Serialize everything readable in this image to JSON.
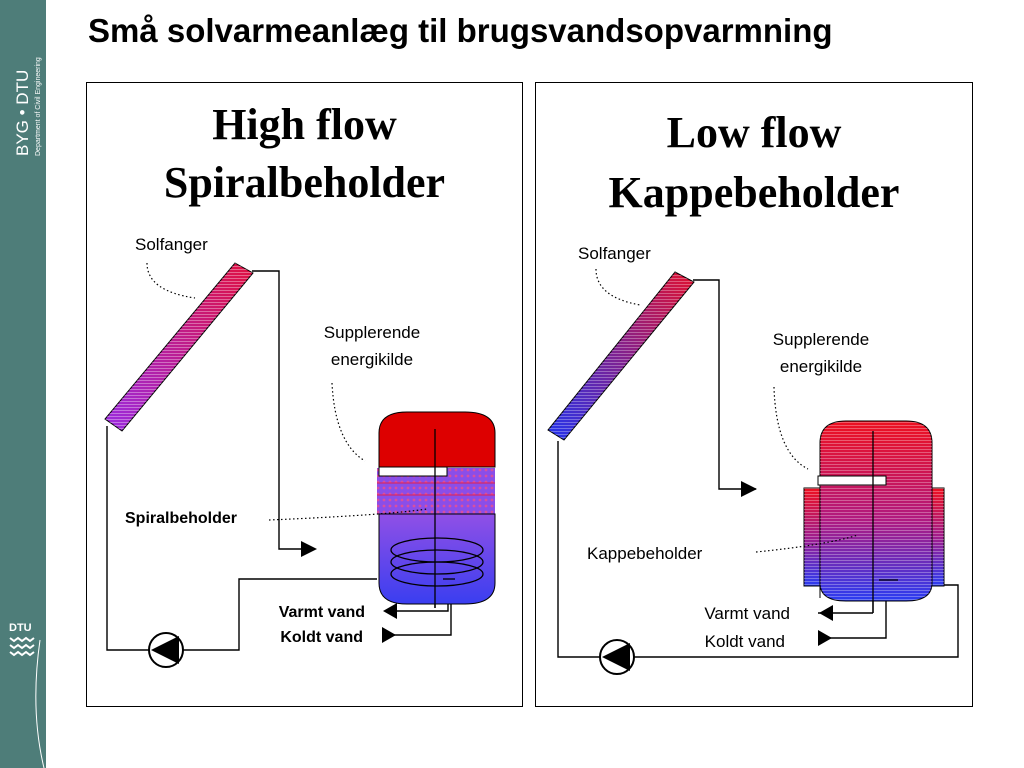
{
  "slide": {
    "title": "Små solvarmeanlæg til brugsvandsopvarmning"
  },
  "sidebar": {
    "brand": "BYG • DTU",
    "brand_sub": "Department of Civil Engineering",
    "logo": "DTU"
  },
  "left_panel": {
    "title_line1": "High flow",
    "title_line2": "Spiralbeholder",
    "label_collector": "Solfanger",
    "label_aux_line1": "Supplerende",
    "label_aux_line2": "energikilde",
    "label_tank": "Spiralbeholder",
    "label_hot": "Varmt vand",
    "label_cold": "Koldt vand"
  },
  "right_panel": {
    "title_line1": "Low flow",
    "title_line2": "Kappebeholder",
    "label_collector": "Solfanger",
    "label_aux_line1": "Supplerende",
    "label_aux_line2": "energikilde",
    "label_tank": "Kappebeholder",
    "label_hot": "Varmt vand",
    "label_cold": "Koldt vand"
  },
  "colors": {
    "sidebar": "#4e7d79",
    "hot": "#dd0000",
    "cold": "#2222ee",
    "mix": "#8a2be2"
  }
}
